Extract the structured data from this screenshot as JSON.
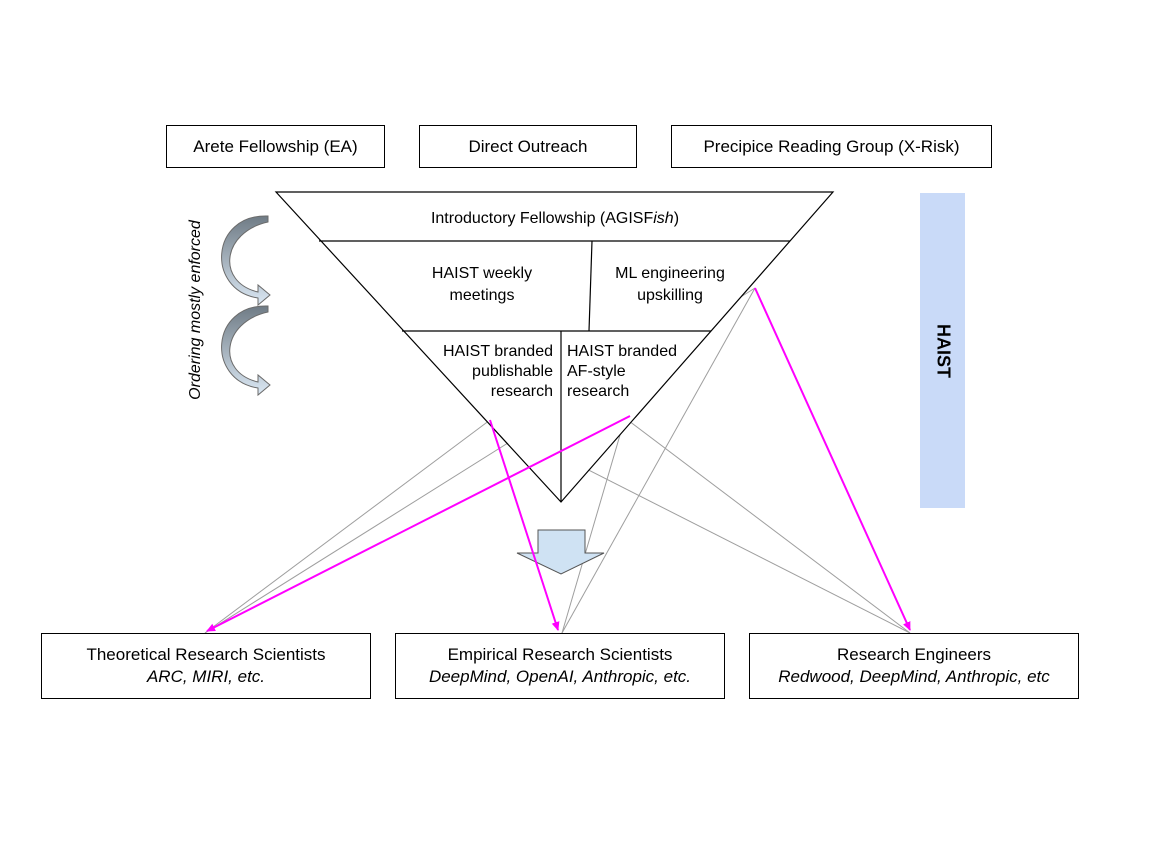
{
  "sources": [
    {
      "label": "Arete Fellowship (EA)"
    },
    {
      "label": "Direct Outreach"
    },
    {
      "label": "Precipice Reading Group (X-Risk)"
    }
  ],
  "funnel": {
    "intro_main": "Introductory Fellowship (AGISF",
    "intro_italic": "ish",
    "intro_close": ")",
    "weekly_line1": "HAIST weekly",
    "weekly_line2": "meetings",
    "ml_line1": "ML engineering",
    "ml_line2": "upskilling",
    "pub_line1": "HAIST branded",
    "pub_line2": "publishable",
    "pub_line3": "research",
    "af_line1": "HAIST branded",
    "af_line2": "AF-style",
    "af_line3": "research"
  },
  "side_label": "HAIST",
  "ordering_label": "Ordering mostly enforced",
  "destinations": [
    {
      "title": "Theoretical Research Scientists",
      "examples": "ARC, MIRI, etc."
    },
    {
      "title": "Empirical Research Scientists",
      "examples": "DeepMind, OpenAI, Anthropic, etc."
    },
    {
      "title": "Research Engineers",
      "examples": "Redwood, DeepMind, Anthropic, etc"
    }
  ],
  "colors": {
    "arrow_magenta": "#ff00ff",
    "link_gray": "#9e9e9e",
    "haist_bar": "#c9daf8",
    "down_arrow_fill": "#cfe2f3",
    "curved_arrow_dark": "#7f8c96"
  }
}
